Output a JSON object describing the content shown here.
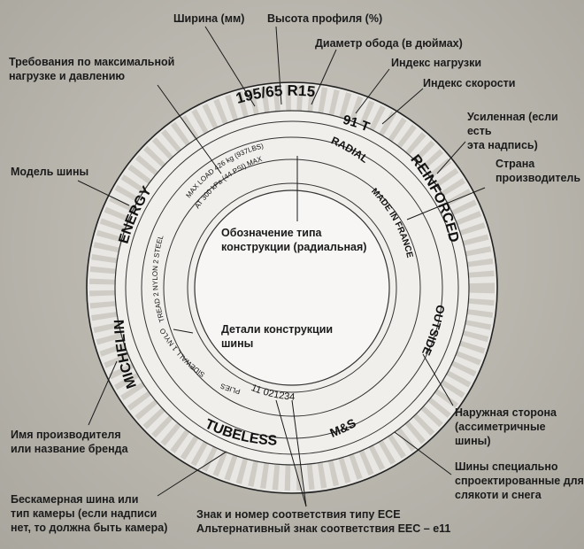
{
  "labels": {
    "width": "Ширина (мм)",
    "profile": "Высота профиля (%)",
    "rim": "Диаметр обода (в дюймах)",
    "load_index": "Индекс нагрузки",
    "speed_index": "Индекс скорости",
    "max_load": "Требования по максимальной\nнагрузке и давлению",
    "reinforced": "Усиленная (если есть\nэта надпись)",
    "country": "Страна\nпроизводитель",
    "model": "Модель шины",
    "construction_type": "Обозначение типа\nконструкции (радиальная)",
    "construction_details": "Детали конструкции\nшины",
    "outside": "Наружная сторона\n(ассиметричные шины)",
    "manufacturer": "Имя производителя\nили название бренда",
    "mud_snow": "Шины специально\nспроектированные для\nслякоти и снега",
    "tubeless": "Бескамерная шина или\nтип камеры (если надписи\nнет, то должна быть камера)",
    "ece": "Знак и номер соответствия типу ECE\nАльтернативный знак соответствия EEC – e11"
  },
  "tire": {
    "size": "195/65 R15",
    "load_speed": "91 T",
    "radial": "RADIAL",
    "reinforced": "REINFORCED",
    "made_in": "MADE IN FRANCE",
    "energy": "ENERGY",
    "michelin": "MICHELIN",
    "outside": "OUTSIDE",
    "tubeless": "TUBELESS",
    "ms": "M&S",
    "ece_number": "11 021234",
    "max_load_1": "MAX LOAD 426 kg (937LBS)",
    "max_load_2": "AT 300 kPa (44 PSI) MAX",
    "tread": "TREAD 2 NYLON 2 STEEL",
    "sidewall": "SIDEWALL 1 NYLON",
    "plies": "PLIES"
  }
}
